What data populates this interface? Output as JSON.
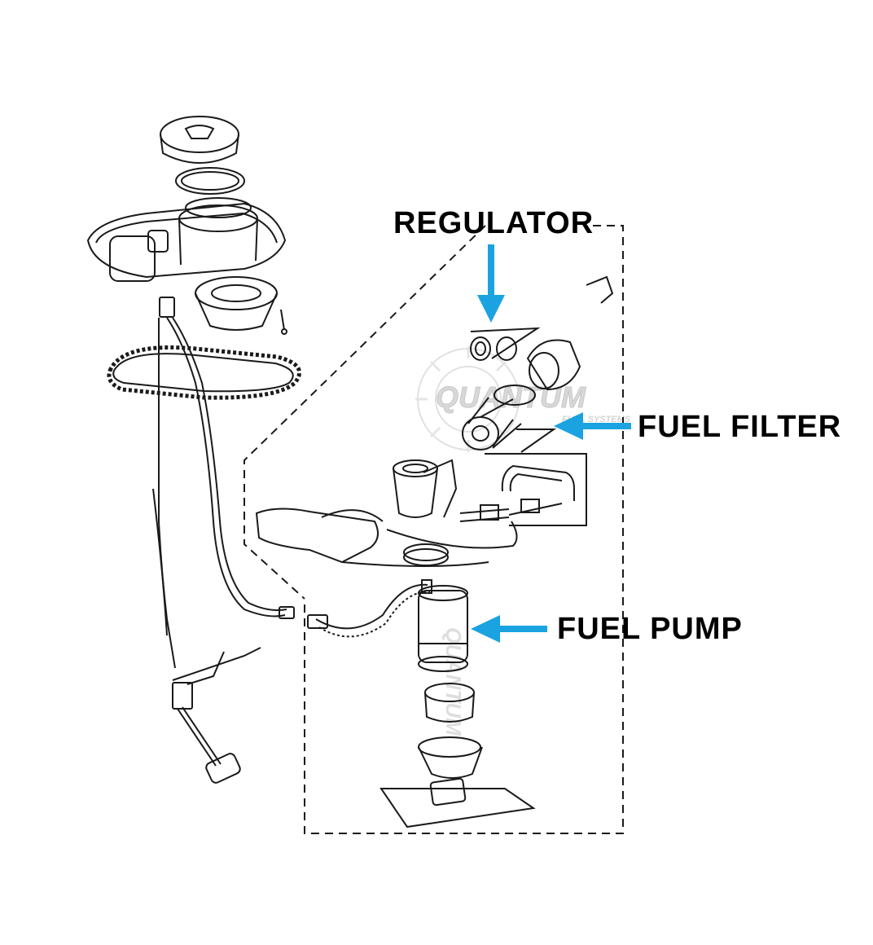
{
  "labels": {
    "regulator": "REGULATOR",
    "fuel_filter": "FUEL FILTER",
    "fuel_pump": "FUEL PUMP"
  },
  "watermark": {
    "brand": "QUANTUM",
    "tagline": "FUEL SYSTEMS"
  },
  "colors": {
    "arrow": "#1aa3e0",
    "line_art": "#1a1a1a",
    "label_text": "#000000",
    "watermark": "#c8c8c8",
    "background": "#ffffff"
  }
}
